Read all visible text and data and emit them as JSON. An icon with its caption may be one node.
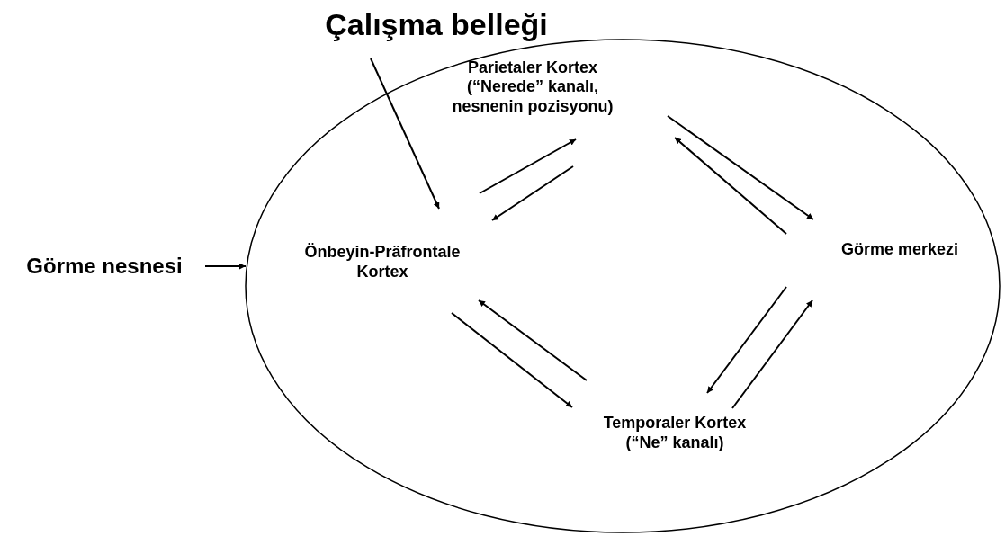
{
  "diagram": {
    "nodes": [
      {
        "text": [
          "Çalışma belleği"
        ]
      },
      {
        "text": [],
        "shape": "ellipse"
      },
      {
        "text": [
          "Parietaler Kortex",
          "(“Nerede” kanalı, nesnenin pozisyonu)"
        ],
        "in": 1
      },
      {
        "text": [
          "Görme nesnesi"
        ]
      },
      {
        "text": [
          "Önbeyin-Präfrontale Kortex"
        ],
        "in": 1
      },
      {
        "text": [
          "Görme merkezi"
        ],
        "in": 1
      },
      {
        "text": [
          "Temporaler Kortex",
          "(“Ne” kanalı)"
        ],
        "in": 1
      }
    ],
    "edges": [
      {
        "from": 0,
        "to": 4,
        "arrow": "to"
      },
      {
        "from": 3,
        "to": 1,
        "arrow": "to"
      },
      {
        "from": 4,
        "to": 2,
        "arrow": "to"
      },
      {
        "from": 2,
        "to": 4,
        "arrow": "to"
      },
      {
        "from": 2,
        "to": 5,
        "arrow": "to"
      },
      {
        "from": 5,
        "to": 2,
        "arrow": "to"
      },
      {
        "from": 5,
        "to": 6,
        "arrow": "to"
      },
      {
        "from": 6,
        "to": 5,
        "arrow": "to"
      },
      {
        "from": 6,
        "to": 4,
        "arrow": "to"
      },
      {
        "from": 4,
        "to": 6,
        "arrow": "to"
      }
    ]
  }
}
